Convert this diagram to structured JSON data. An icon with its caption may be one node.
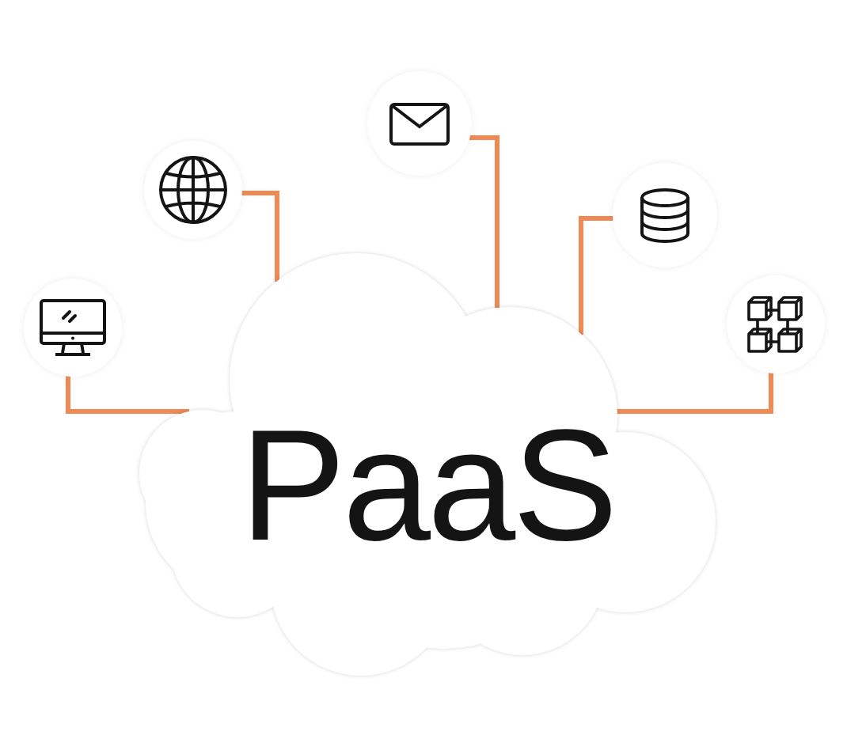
{
  "diagram": {
    "nodes": [
      {
        "text": [],
        "shape": "picture"
      },
      {
        "text": [],
        "shape": "picture"
      },
      {
        "text": [],
        "shape": "picture"
      },
      {
        "text": [],
        "shape": "picture"
      },
      {
        "text": [],
        "shape": "picture"
      },
      {
        "text": [
          "PaaS"
        ]
      }
    ],
    "edges": [
      {
        "from": 0,
        "to": 5,
        "arrow": "none"
      },
      {
        "from": 1,
        "to": 5,
        "arrow": "none"
      },
      {
        "from": 2,
        "to": 5,
        "arrow": "none"
      },
      {
        "from": 3,
        "to": 5,
        "arrow": "none"
      },
      {
        "from": 4,
        "to": 5,
        "arrow": "none"
      }
    ]
  }
}
